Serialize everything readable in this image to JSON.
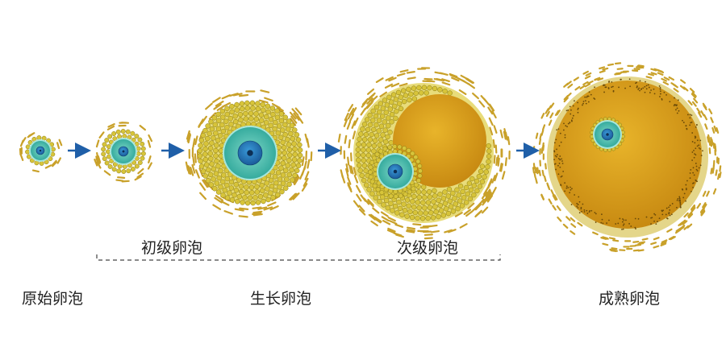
{
  "labels": {
    "primordial": "原始卵泡",
    "primary": "初级卵泡",
    "secondary": "次级卵泡",
    "growing": "生长卵泡",
    "mature": "成熟卵泡"
  },
  "colors": {
    "arrow": "#1f5fa8",
    "granulosa": "#d7c43a",
    "granulosa_edge": "#8a7a10",
    "antrum": "#dca21c",
    "oocyte": "#3fb8a8",
    "nucleus": "#1e6fae",
    "theca": "#c9a12a"
  }
}
